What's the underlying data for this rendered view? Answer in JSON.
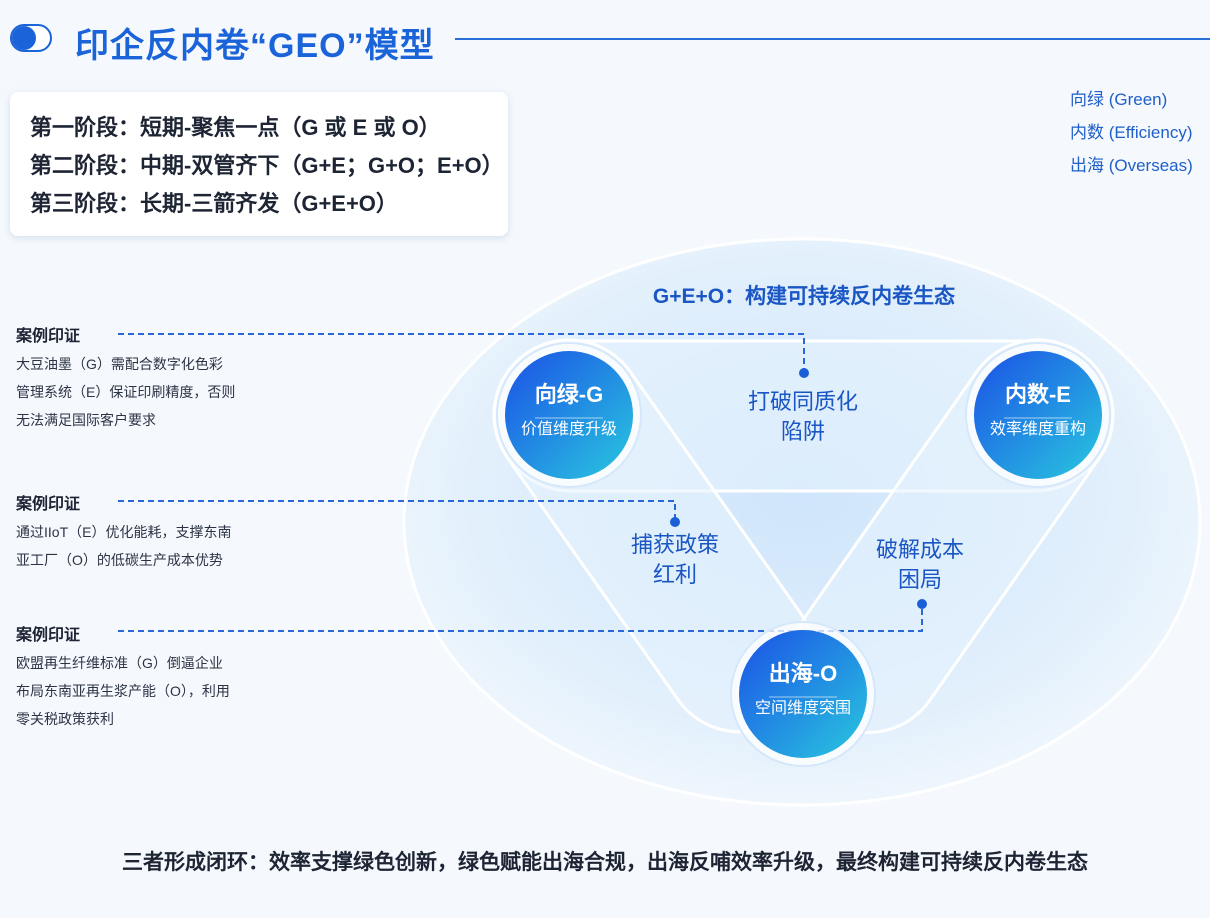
{
  "header": {
    "title": "印企反内卷“GEO”模型"
  },
  "stages": [
    "第一阶段：短期-聚焦一点（G 或 E 或 O）",
    "第二阶段：中期-双管齐下（G+E；G+O；E+O）",
    "第三阶段：长期-三箭齐发（G+E+O）"
  ],
  "legend": [
    "向绿 (Green)",
    "内数 (Efficiency)",
    "出海 (Overseas)"
  ],
  "cases": [
    {
      "title": "案例印证",
      "text": "大豆油墨（G）需配合数字化色彩管理系统（E）保证印刷精度，否则无法满足国际客户要求"
    },
    {
      "title": "案例印证",
      "text": "通过IIoT（E）优化能耗，支撑东南亚工厂（O）的低碳生产成本优势"
    },
    {
      "title": "案例印证",
      "text": "欧盟再生纤维标准（G）倒逼企业布局东南亚再生浆产能（O），利用零关税政策获利"
    }
  ],
  "diagram": {
    "ecosystem_label": "G+E+O：构建可持续反内卷生态",
    "nodes": [
      {
        "title": "向绿-G",
        "subtitle": "价值维度升级"
      },
      {
        "title": "内数-E",
        "subtitle": "效率维度重构"
      },
      {
        "title": "出海-O",
        "subtitle": "空间维度突围"
      }
    ],
    "edge_labels": [
      {
        "line1": "打破同质化",
        "line2": "陷阱"
      },
      {
        "line1": "捕获政策",
        "line2": "红利"
      },
      {
        "line1": "破解成本",
        "line2": "困局"
      }
    ]
  },
  "footer": {
    "summary": "三者形成闭环：效率支撑绿色创新，绿色赋能出海合规，出海反哺效率升级，最终构建可持续反内卷生态"
  },
  "colors": {
    "accent": "#1a63d8",
    "node_gradient_start": "#1b55e8",
    "node_gradient_end": "#27c3e0",
    "ellipse_fill": "#dcecfb"
  },
  "icons": {
    "title_toggle": "toggle-icon"
  }
}
